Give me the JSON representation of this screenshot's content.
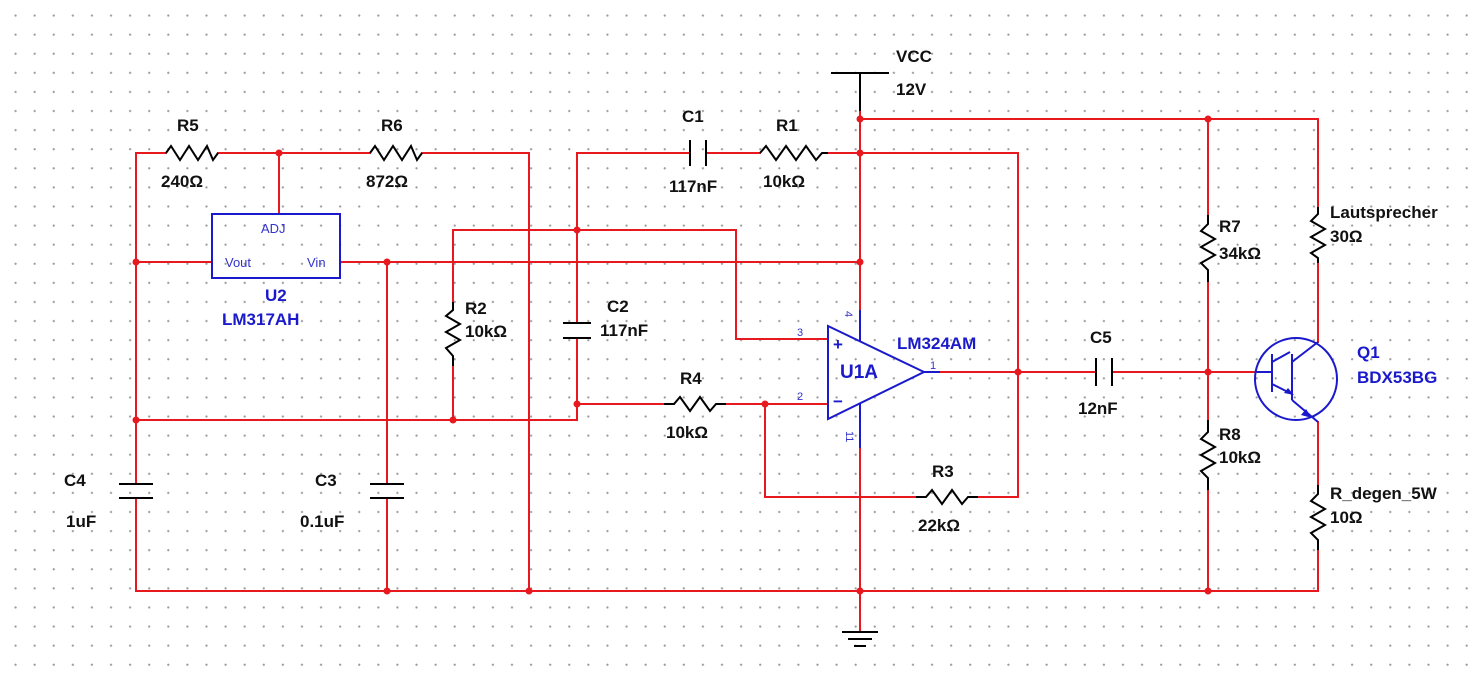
{
  "supply": {
    "name": "VCC",
    "value": "12V"
  },
  "components": {
    "r5": {
      "name": "R5",
      "value": "240Ω"
    },
    "r6": {
      "name": "R6",
      "value": "872Ω"
    },
    "c1": {
      "name": "C1",
      "value": "117nF"
    },
    "r1": {
      "name": "R1",
      "value": "10kΩ"
    },
    "r2": {
      "name": "R2",
      "value": "10kΩ"
    },
    "c2": {
      "name": "C2",
      "value": "117nF"
    },
    "r4": {
      "name": "R4",
      "value": "10kΩ"
    },
    "r3": {
      "name": "R3",
      "value": "22kΩ"
    },
    "c3": {
      "name": "C3",
      "value": "0.1uF"
    },
    "c4": {
      "name": "C4",
      "value": "1uF"
    },
    "c5": {
      "name": "C5",
      "value": "12nF"
    },
    "r7": {
      "name": "R7",
      "value": "34kΩ"
    },
    "r8": {
      "name": "R8",
      "value": "10kΩ"
    },
    "speaker": {
      "name": "Lautsprecher",
      "value": "30Ω"
    },
    "rdegen": {
      "name": "R_degen_5W",
      "value": "10Ω"
    }
  },
  "regulator": {
    "ref": "U2",
    "part": "LM317AH",
    "pin_adj": "ADJ",
    "pin_vout": "Vout",
    "pin_vin": "Vin"
  },
  "opamp": {
    "ref": "U1A",
    "part": "LM324AM",
    "plus": "+",
    "minus": "−",
    "pin3": "3",
    "pin2": "2",
    "pin1": "1",
    "pin4": "4",
    "pin11": "11"
  },
  "transistor": {
    "ref": "Q1",
    "part": "BDX53BG"
  },
  "colors": {
    "wire": "#e8191e",
    "component": "#000000",
    "part_label": "#1a1acc"
  }
}
